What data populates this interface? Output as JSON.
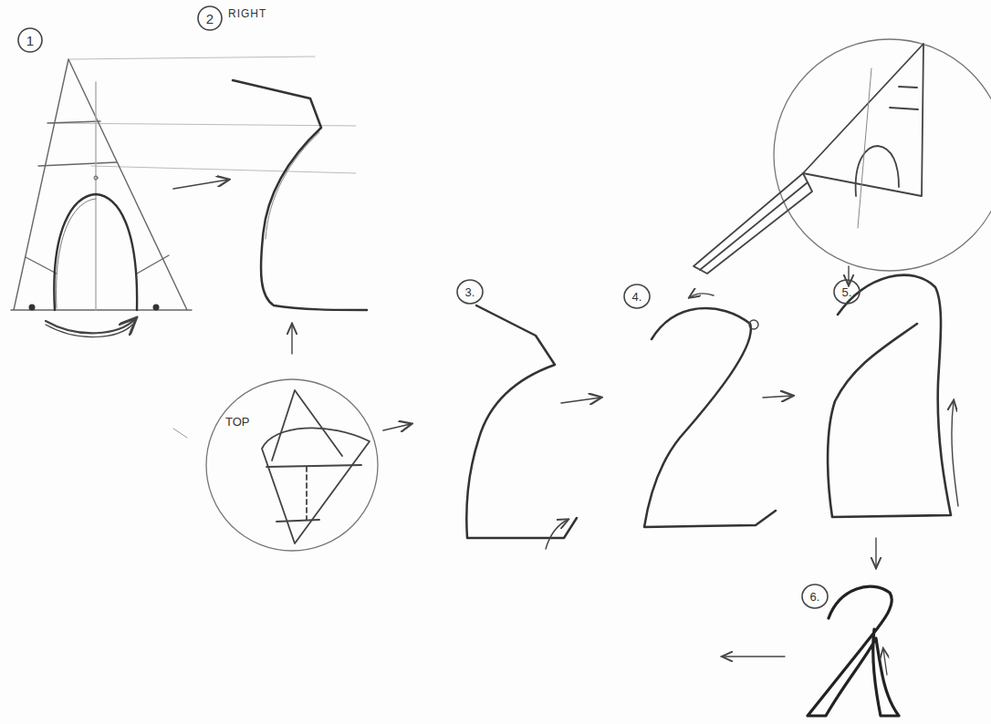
{
  "diagram": {
    "nodes": [
      {
        "text": [
          "1"
        ]
      },
      {
        "text": [
          "2"
        ]
      },
      {
        "text": [
          "TOP"
        ]
      },
      {
        "text": [
          "3."
        ]
      },
      {
        "text": [
          "4."
        ]
      },
      {
        "text": [
          "5."
        ]
      },
      {
        "text": [
          "6."
        ]
      }
    ],
    "labels": [
      "RIGHT"
    ]
  }
}
